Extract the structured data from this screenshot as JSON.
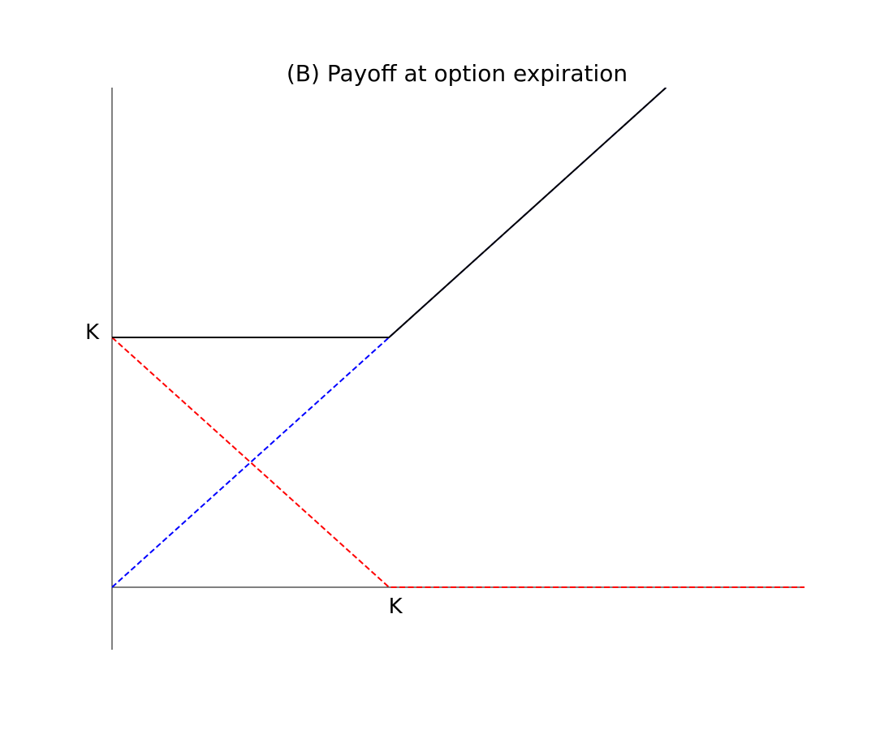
{
  "chart_data": {
    "type": "line",
    "title": "(B) Payoff at option expiration",
    "xlabel": "",
    "ylabel": "",
    "xlim": [
      0,
      2.5
    ],
    "ylim": [
      -0.25,
      2
    ],
    "x_ticks": [
      {
        "value": 1,
        "label": "K"
      }
    ],
    "y_ticks": [
      {
        "value": 1,
        "label": "K"
      }
    ],
    "grid": false,
    "legend": "none",
    "series": [
      {
        "x": [
          0,
          1,
          2
        ],
        "y": [
          1,
          1,
          2
        ],
        "color": "#000000",
        "style": "solid"
      },
      {
        "x": [
          0,
          2
        ],
        "y": [
          0,
          2
        ],
        "color": "#0000ff",
        "style": "dashed"
      },
      {
        "x": [
          0,
          1,
          2.5
        ],
        "y": [
          1,
          0,
          0
        ],
        "color": "#ff0000",
        "style": "dashed"
      }
    ]
  }
}
